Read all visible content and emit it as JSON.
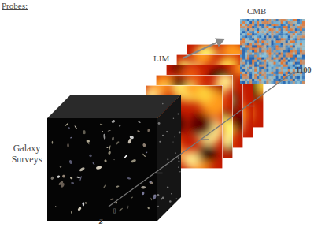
{
  "diagram": {
    "title": "Probes:",
    "labels": [
      "Galaxy Surveys",
      "LIM",
      "CMB",
      "1100",
      "0",
      "z"
    ]
  }
}
